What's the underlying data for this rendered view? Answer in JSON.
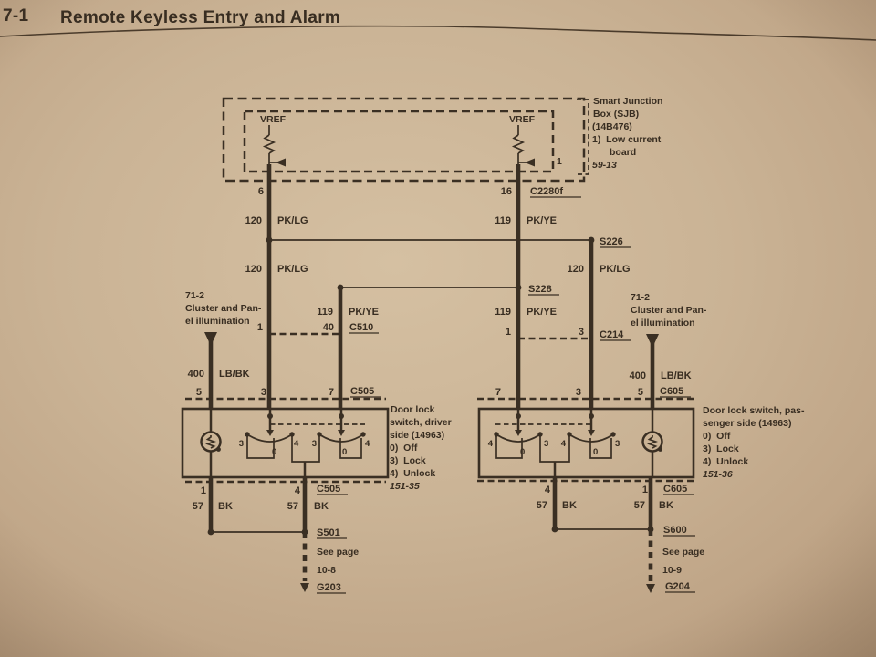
{
  "colors": {
    "paper": "#c9b294",
    "ink": "#3a2f23"
  },
  "header": {
    "page_ref": "7-1",
    "title": "Remote Keyless Entry and Alarm"
  },
  "sjb": {
    "name_line1": "Smart Junction",
    "name_line2": "Box (SJB)",
    "name_line3": "(14B476)",
    "note_line1": "1)  Low current",
    "note_line2": "board",
    "page_ref": "59-13",
    "vref": "VREF",
    "board_ref": "1",
    "pin_left": "6",
    "pin_right": "16",
    "connector": "C2280f"
  },
  "circuits": {
    "pklg_num": "120",
    "pklg_color": "PK/LG",
    "pkye_num": "119",
    "pkye_color": "PK/YE",
    "lbbk_num": "400",
    "lbbk_color": "LB/BK",
    "bk_num": "57",
    "bk_color": "BK"
  },
  "splices": {
    "s226": "S226",
    "s228": "S228",
    "s501": "S501",
    "s600": "S600"
  },
  "connectors": {
    "c510": "C510",
    "c510_pin_main": "1",
    "c510_pin_branch": "40",
    "c214": "C214",
    "c214_pin_main": "1",
    "c214_pin_branch": "3",
    "c505": "C505",
    "c505_top_pins": [
      "5",
      "3",
      "7"
    ],
    "c505_bottom_pins": [
      "1",
      "4"
    ],
    "c605": "C605",
    "c605_top_pins": [
      "7",
      "3",
      "5"
    ],
    "c605_bottom_pins": [
      "4",
      "1"
    ]
  },
  "cluster_ref": {
    "page_ref": "71-2",
    "line1": "Cluster and Pan-",
    "line2": "el illumination"
  },
  "switch_contacts": {
    "off": "0",
    "lock": "3",
    "unlock": "4"
  },
  "driver_switch": {
    "title_line1": "Door lock",
    "title_line2": "switch, driver",
    "title_line3": "side (14963)",
    "pos_off": "0)  Off",
    "pos_lock": "3)  Lock",
    "pos_unlock": "4)  Unlock",
    "page_ref": "151-35"
  },
  "passenger_switch": {
    "title_line1": "Door lock switch, pas-",
    "title_line2": "senger side (14963)",
    "pos_off": "0)  Off",
    "pos_lock": "3)  Lock",
    "pos_unlock": "4)  Unlock",
    "page_ref": "151-36"
  },
  "grounds": {
    "see_page": "See page",
    "g203_page": "10-8",
    "g203": "G203",
    "g204_page": "10-9",
    "g204": "G204"
  }
}
